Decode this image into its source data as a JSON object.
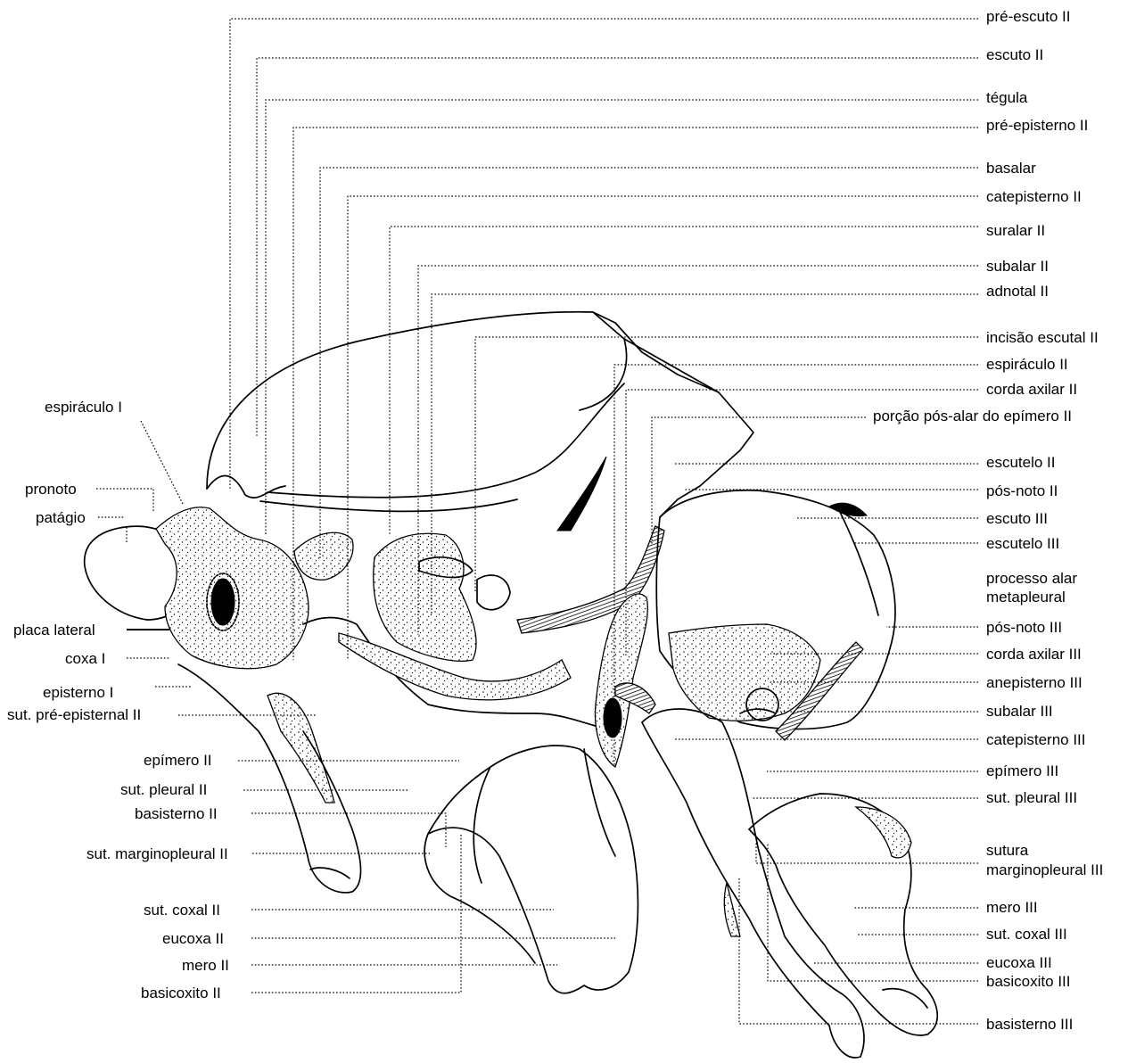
{
  "labels_right": [
    {
      "key": "pre_escuto_ii",
      "text": "pré-escuto II"
    },
    {
      "key": "escuto_ii",
      "text": "escuto II"
    },
    {
      "key": "tegula",
      "text": "tégula"
    },
    {
      "key": "pre_episterno_ii",
      "text": "pré-episterno II"
    },
    {
      "key": "basalar",
      "text": "basalar"
    },
    {
      "key": "catepisterno_ii",
      "text": "catepisterno II"
    },
    {
      "key": "suralar_ii",
      "text": "suralar II"
    },
    {
      "key": "subalar_ii",
      "text": "subalar II"
    },
    {
      "key": "adnotal_ii",
      "text": "adnotal II"
    },
    {
      "key": "incisao_escutal_ii",
      "text": "incisão escutal II"
    },
    {
      "key": "espiraculo_ii",
      "text": "espiráculo II"
    },
    {
      "key": "corda_axilar_ii",
      "text": "corda axilar II"
    },
    {
      "key": "porcao_pos_alar",
      "text": "porção pós-alar do epímero II"
    },
    {
      "key": "escutelo_ii",
      "text": "escutelo II"
    },
    {
      "key": "pos_noto_ii",
      "text": "pós-noto II"
    },
    {
      "key": "escuto_iii",
      "text": "escuto III"
    },
    {
      "key": "escutelo_iii",
      "text": "escutelo III"
    },
    {
      "key": "processo_alar_1",
      "text": "processo alar"
    },
    {
      "key": "processo_alar_2",
      "text": "metapleural"
    },
    {
      "key": "pos_noto_iii",
      "text": "pós-noto III"
    },
    {
      "key": "corda_axilar_iii",
      "text": "corda axilar III"
    },
    {
      "key": "anepisterno_iii",
      "text": "anepisterno III"
    },
    {
      "key": "subalar_iii",
      "text": "subalar III"
    },
    {
      "key": "catepisterno_iii",
      "text": "catepisterno III"
    },
    {
      "key": "epimero_iii",
      "text": "epímero III"
    },
    {
      "key": "sut_pleural_iii",
      "text": "sut. pleural III"
    },
    {
      "key": "sutura_1",
      "text": "sutura"
    },
    {
      "key": "sutura_2",
      "text": "marginopleural III"
    },
    {
      "key": "mero_iii",
      "text": "mero III"
    },
    {
      "key": "sut_coxal_iii",
      "text": "sut. coxal III"
    },
    {
      "key": "eucoxa_iii",
      "text": "eucoxa III"
    },
    {
      "key": "basicoxito_iii",
      "text": "basicoxito III"
    },
    {
      "key": "basisterno_iii",
      "text": "basisterno III"
    }
  ],
  "labels_left": [
    {
      "key": "espiraculo_i",
      "text": "espiráculo I"
    },
    {
      "key": "pronoto",
      "text": "pronoto"
    },
    {
      "key": "patagio",
      "text": "patágio"
    },
    {
      "key": "placa_lateral",
      "text": "placa lateral"
    },
    {
      "key": "coxa_i",
      "text": "coxa I"
    },
    {
      "key": "episterno_i",
      "text": "episterno I"
    },
    {
      "key": "sut_pre_episternal_ii",
      "text": "sut. pré-episternal II"
    },
    {
      "key": "epimero_ii",
      "text": "epímero II"
    },
    {
      "key": "sut_pleural_ii",
      "text": "sut. pleural II"
    },
    {
      "key": "basisterno_ii",
      "text": "basisterno II"
    },
    {
      "key": "sut_marginopleural_ii",
      "text": "sut. marginopleural II"
    },
    {
      "key": "sut_coxal_ii",
      "text": "sut. coxal II"
    },
    {
      "key": "eucoxa_ii",
      "text": "eucoxa II"
    },
    {
      "key": "mero_ii",
      "text": "mero II"
    },
    {
      "key": "basicoxito_ii",
      "text": "basicoxito II"
    }
  ]
}
